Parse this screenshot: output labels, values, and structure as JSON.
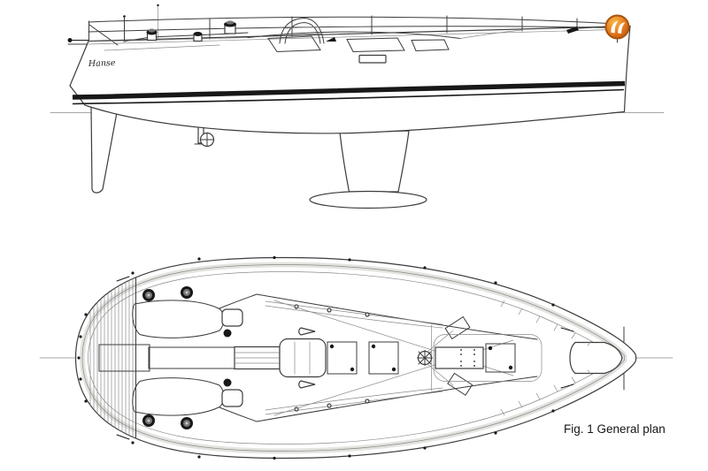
{
  "figure": {
    "caption": "Fig. 1 General plan",
    "hull_signature": "Hanse"
  },
  "icons": {
    "logo": "hanse-brand-ball"
  },
  "theme": {
    "paper": "#ffffff",
    "ink": "#3c3c3c",
    "ink_strong": "#181818",
    "ink_soft": "#8a8a8a",
    "band": "#e3e3df",
    "logo_orange": "#e87f1e",
    "logo_orange_dark": "#c35c0e",
    "logo_orange_light": "#f6b949",
    "logo_ring": "#a7530f",
    "logo_glyph": "#ffffff"
  }
}
